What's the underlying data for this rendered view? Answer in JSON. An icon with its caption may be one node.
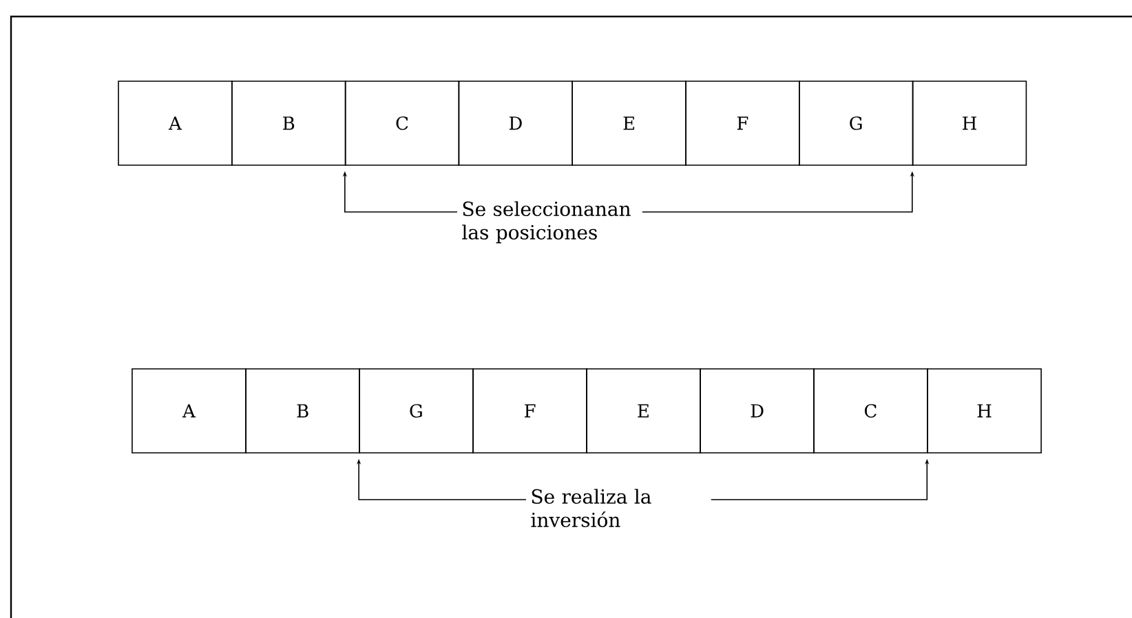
{
  "diagram": {
    "nodes": [
      {
        "text": [
          "A"
        ]
      },
      {
        "text": [
          "B"
        ]
      },
      {
        "text": [
          "C"
        ]
      },
      {
        "text": [
          "D"
        ]
      },
      {
        "text": [
          "E"
        ]
      },
      {
        "text": [
          "F"
        ]
      },
      {
        "text": [
          "G"
        ]
      },
      {
        "text": [
          "H"
        ]
      },
      {
        "text": [
          "Se seleccionanan las posiciones"
        ]
      },
      {
        "text": [
          "A"
        ]
      },
      {
        "text": [
          "B"
        ]
      },
      {
        "text": [
          "G"
        ]
      },
      {
        "text": [
          "F"
        ]
      },
      {
        "text": [
          "E"
        ]
      },
      {
        "text": [
          "D"
        ]
      },
      {
        "text": [
          "C"
        ]
      },
      {
        "text": [
          "H"
        ]
      },
      {
        "text": [
          "Se realiza la inversión"
        ]
      }
    ],
    "edges": [
      {
        "from": 8,
        "to": 2,
        "arrow": "to"
      },
      {
        "from": 8,
        "to": 7,
        "arrow": "to"
      },
      {
        "from": 17,
        "to": 11,
        "arrow": "to"
      },
      {
        "from": 17,
        "to": 16,
        "arrow": "to"
      }
    ]
  }
}
